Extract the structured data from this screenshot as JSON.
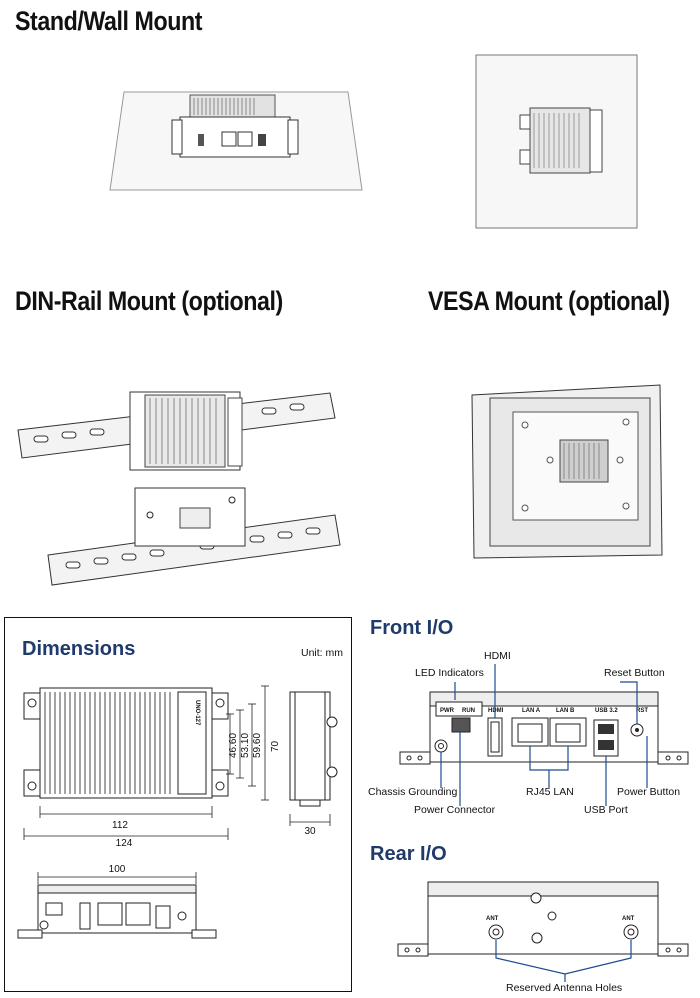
{
  "headings": {
    "stand_wall": "Stand/Wall Mount",
    "din_rail": "DIN-Rail Mount (optional)",
    "vesa": "VESA Mount (optional)"
  },
  "dimensions": {
    "title": "Dimensions",
    "unit": "Unit: mm",
    "values": {
      "width_inner": "112",
      "width_outer": "124",
      "height_a": "46.60",
      "height_b": "53.10",
      "height_c": "59.60",
      "height_total": "70",
      "depth": "30",
      "front_width": "100"
    },
    "model_text": "UNO-127"
  },
  "front_io": {
    "title": "Front I/O",
    "labels": {
      "hdmi": "HDMI",
      "led": "LED Indicators",
      "reset": "Reset Button",
      "chassis": "Chassis Grounding",
      "power_conn": "Power Connector",
      "rj45": "RJ45 LAN",
      "usb": "USB Port",
      "power_btn": "Power Button"
    },
    "port_marks": {
      "pwr": "PWR",
      "run": "RUN",
      "hdmi": "HDMI",
      "lan_a": "LAN A",
      "lan_b": "LAN B",
      "usb": "USB 3.2",
      "reset": "RST"
    }
  },
  "rear_io": {
    "title": "Rear I/O",
    "ant_left": "ANT",
    "ant_right": "ANT",
    "label": "Reserved Antenna Holes"
  },
  "colors": {
    "heading_blue": "#1f3a6b",
    "line": "#222222"
  }
}
